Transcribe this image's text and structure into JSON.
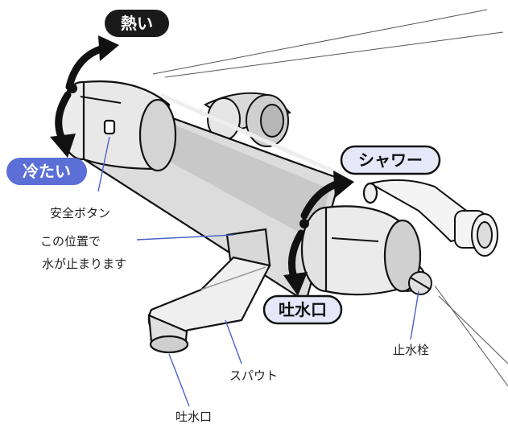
{
  "labels": {
    "hot": "熱い",
    "cold": "冷たい",
    "shower": "シャワー",
    "outlet_mode": "吐水口",
    "safety_button": "安全ボタン",
    "stop_note_line1": "この位置で",
    "stop_note_line2": "水が止まります",
    "stop_valve": "止水栓",
    "spout": "スパウト",
    "outlet": "吐水口"
  },
  "colors": {
    "hot_pill": "#1a1a1a",
    "cold_pill": "#5b6fd6",
    "mode_pill_fill": "#e4e8f8",
    "leader_line": "#4a62c9",
    "outline": "#111111"
  }
}
